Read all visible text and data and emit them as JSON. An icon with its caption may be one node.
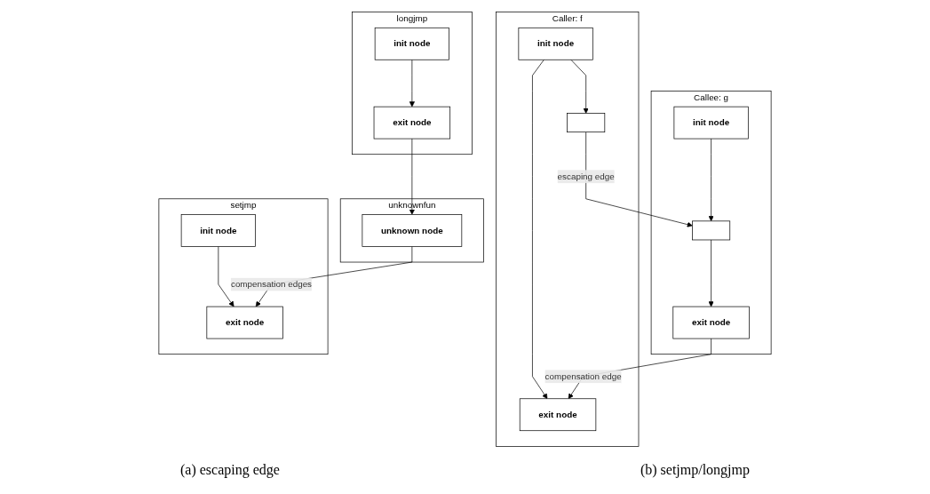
{
  "diagram": {
    "nodes": [
      {
        "text": [
          "Caller: f"
        ]
      },
      {
        "text": [
          "init node"
        ],
        "in": 0
      },
      {
        "text": [],
        "shape": "box",
        "in": 0
      },
      {
        "text": [
          "exit node"
        ],
        "in": 0
      },
      {
        "text": [
          "Callee: g"
        ]
      },
      {
        "text": [
          "init node"
        ],
        "in": 4
      },
      {
        "text": [],
        "shape": "box",
        "in": 4
      },
      {
        "text": [
          "exit node"
        ],
        "in": 4
      },
      {
        "text": [
          "setjmp"
        ]
      },
      {
        "text": [
          "init node"
        ],
        "in": 8
      },
      {
        "text": [
          "exit node"
        ],
        "in": 8
      },
      {
        "text": [
          "unknownfun"
        ]
      },
      {
        "text": [
          "unknown node"
        ],
        "in": 11
      },
      {
        "text": [
          "longjmp"
        ]
      },
      {
        "text": [
          "init node"
        ],
        "in": 13
      },
      {
        "text": [
          "exit node"
        ],
        "in": 13
      }
    ],
    "edges": [
      {
        "from": 1,
        "to": 2,
        "arrow": "to"
      },
      {
        "from": 1,
        "to": 3,
        "arrow": "to"
      },
      {
        "from": 2,
        "to": 6,
        "arrow": "to",
        "label": "escaping edge"
      },
      {
        "from": 5,
        "to": 6,
        "arrow": "to"
      },
      {
        "from": 6,
        "to": 7,
        "arrow": "to"
      },
      {
        "from": 7,
        "to": 3,
        "arrow": "to",
        "label": "compensation edge"
      },
      {
        "from": 9,
        "to": 10,
        "arrow": "to"
      },
      {
        "from": 12,
        "to": 10,
        "arrow": "to",
        "label": "compensation edges"
      },
      {
        "from": 15,
        "to": 12,
        "arrow": "to"
      },
      {
        "from": 14,
        "to": 15,
        "arrow": "to"
      }
    ],
    "labels": [
      "(a) escaping edge",
      "(b) setjmp/longjmp"
    ]
  }
}
